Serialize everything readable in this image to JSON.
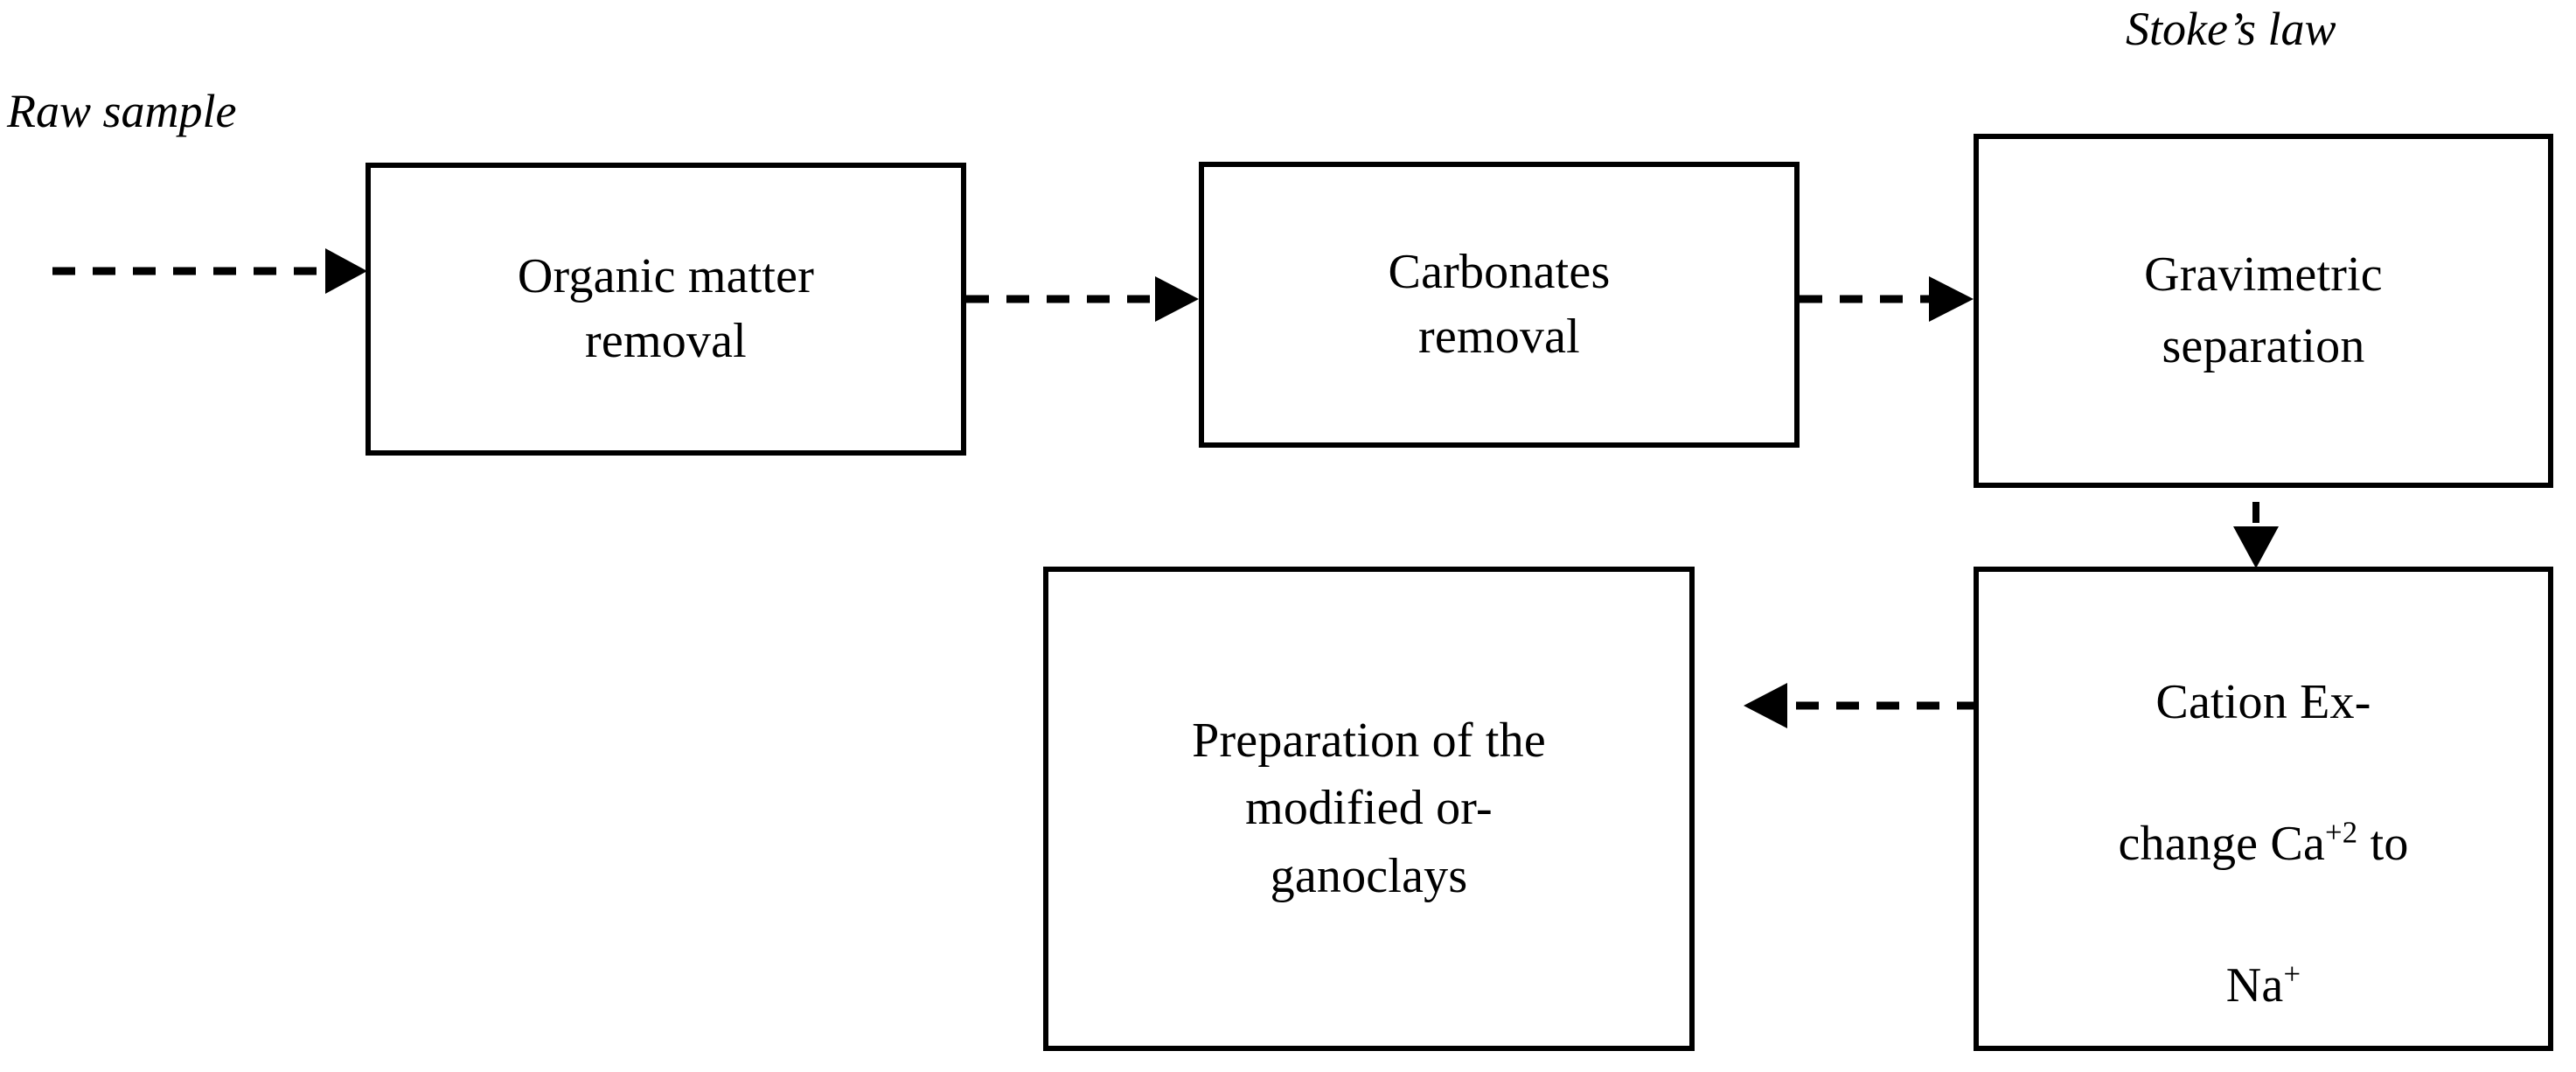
{
  "diagram": {
    "title": "Clay purification and organoclay preparation workflow",
    "background_color": "#ffffff",
    "line_color": "#000000",
    "text_color": "#000000"
  },
  "annotations": [
    {
      "id": "raw-sample",
      "text": "Raw sample",
      "style": "italic"
    },
    {
      "id": "stokes-law",
      "text": "Stoke’s law",
      "style": "italic"
    }
  ],
  "nodes": [
    {
      "id": "organic-matter-removal",
      "label": "Organic matter\nremoval",
      "shape": "rectangle"
    },
    {
      "id": "carbonates-removal",
      "label": "Carbonates\nremoval",
      "shape": "rectangle"
    },
    {
      "id": "gravimetric-separation",
      "label": "Gravimetric\nseparation",
      "shape": "rectangle"
    },
    {
      "id": "cation-exchange",
      "label_line1": "Cation Ex-",
      "label_line2_prefix": "change Ca",
      "label_line2_sup": "+2",
      "label_line2_suffix": " to",
      "label_line3_prefix": "Na",
      "label_line3_sup": "+",
      "label_plain": "Cation Exchange Ca+2 to Na+",
      "shape": "rectangle"
    },
    {
      "id": "preparation-organoclays",
      "label": "Preparation of the\nmodified or-\nganoclays",
      "shape": "rectangle"
    }
  ],
  "edges": [
    {
      "id": "raw-to-organic",
      "from": "raw-sample",
      "to": "organic-matter-removal",
      "style": "dashed",
      "direction": "right"
    },
    {
      "id": "organic-to-carbonates",
      "from": "organic-matter-removal",
      "to": "carbonates-removal",
      "style": "dashed",
      "direction": "right"
    },
    {
      "id": "carbonates-to-gravimetric",
      "from": "carbonates-removal",
      "to": "gravimetric-separation",
      "style": "dashed",
      "direction": "right"
    },
    {
      "id": "gravimetric-to-cation",
      "from": "gravimetric-separation",
      "to": "cation-exchange",
      "style": "dashed",
      "direction": "down"
    },
    {
      "id": "cation-to-preparation",
      "from": "cation-exchange",
      "to": "preparation-organoclays",
      "style": "dashed",
      "direction": "left"
    }
  ]
}
